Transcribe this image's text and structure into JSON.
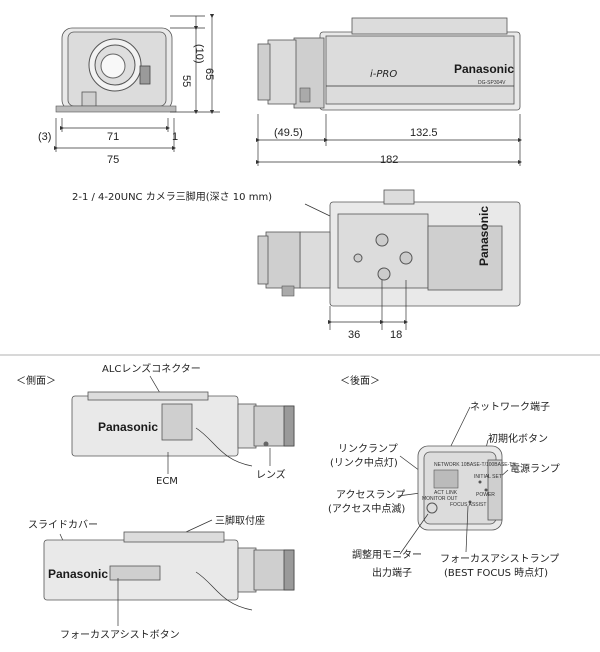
{
  "dimensions": {
    "front_10": "(10)",
    "front_55": "55",
    "front_65": "65",
    "front_3": "(3)",
    "front_71": "71",
    "front_1": "1",
    "front_75": "75",
    "side_49_5": "(49.5)",
    "side_132_5": "132.5",
    "side_182": "182",
    "bottom_36": "36",
    "bottom_18": "18"
  },
  "top_view": {
    "brand": "Panasonic",
    "model": "DG-SP304V",
    "series_logo": "i-PRO"
  },
  "bottom_view": {
    "tripod_note": "2-1 / 4-20UNC カメラ三脚用(深さ 10 mm)",
    "brand": "Panasonic"
  },
  "side_section": {
    "heading": "＜側面＞",
    "alc_connector": "ALCレンズコネクター",
    "brand": "Panasonic",
    "ecm": "ECM",
    "lens": "レンズ",
    "slide_cover": "スライドカバー",
    "tripod_mount": "三脚取付座",
    "focus_assist_button": "フォーカスアシストボタン"
  },
  "rear_section": {
    "heading": "＜後面＞",
    "network_terminal": "ネットワーク端子",
    "init_button": "初期化ボタン",
    "link_lamp": "リンクランプ",
    "link_lamp_sub": "(リンク中点灯)",
    "power_lamp": "電源ランプ",
    "access_lamp": "アクセスランプ",
    "access_lamp_sub": "(アクセス中点滅)",
    "monitor_out": "調整用モニター",
    "monitor_out_sub": "出力端子",
    "focus_lamp": "フォーカスアシストランプ",
    "focus_lamp_sub": "(BEST FOCUS 時点灯)",
    "panel_tiny_1": "NETWORK 10BASE-T/100BASE-TX",
    "panel_tiny_2": "ACT",
    "panel_tiny_3": "LINK",
    "panel_tiny_4": "INITIAL SET",
    "panel_tiny_5": "POWER",
    "panel_tiny_6": "FOCUS ASSIST",
    "panel_tiny_7": "MONITOR OUT"
  }
}
